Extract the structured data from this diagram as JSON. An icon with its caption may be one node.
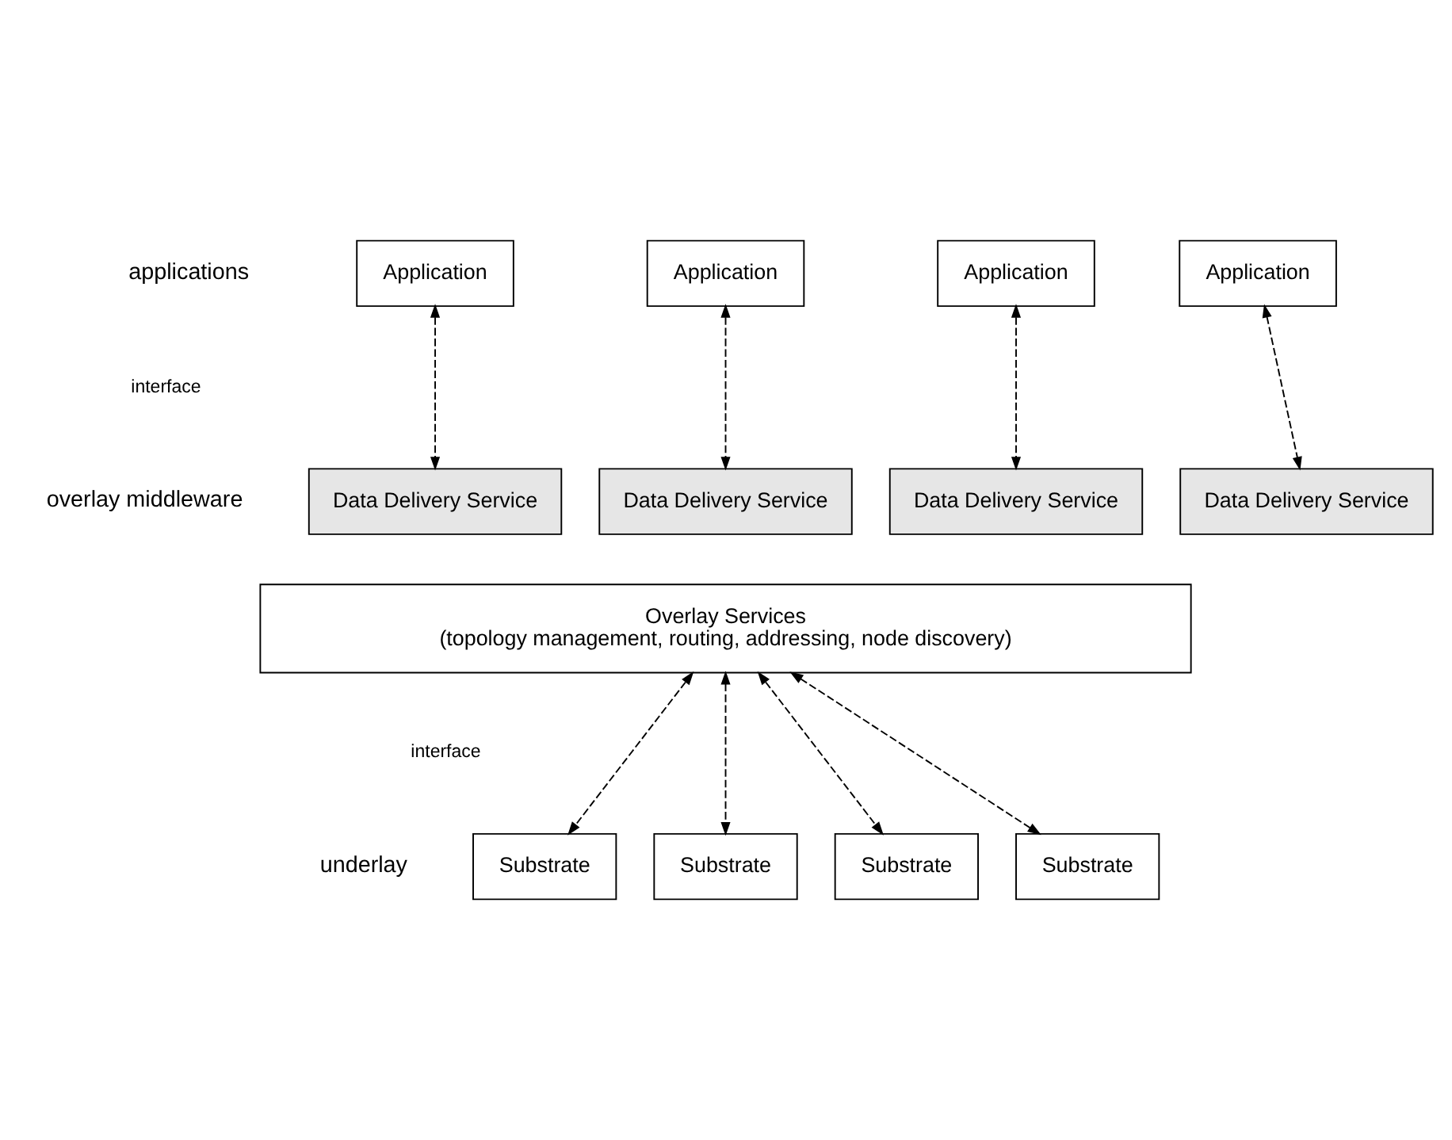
{
  "diagram": {
    "nodes": [
      {
        "text": [
          "Application"
        ]
      },
      {
        "text": [
          "Application"
        ]
      },
      {
        "text": [
          "Application"
        ]
      },
      {
        "text": [
          "Application"
        ]
      },
      {
        "text": [
          "Data Delivery Service"
        ]
      },
      {
        "text": [
          "Data Delivery Service"
        ]
      },
      {
        "text": [
          "Data Delivery Service"
        ]
      },
      {
        "text": [
          "Data Delivery Service"
        ]
      },
      {
        "text": [
          "Overlay Services",
          "(topology management, routing, addressing, node discovery)"
        ]
      },
      {
        "text": [
          "Substrate"
        ]
      },
      {
        "text": [
          "Substrate"
        ]
      },
      {
        "text": [
          "Substrate"
        ]
      },
      {
        "text": [
          "Substrate"
        ]
      }
    ],
    "edges": [
      {
        "from": 0,
        "to": 4,
        "arrow": "both",
        "style": "dashed"
      },
      {
        "from": 1,
        "to": 5,
        "arrow": "both",
        "style": "dashed"
      },
      {
        "from": 2,
        "to": 6,
        "arrow": "both",
        "style": "dashed"
      },
      {
        "from": 3,
        "to": 7,
        "arrow": "both",
        "style": "dashed"
      },
      {
        "from": 8,
        "to": 9,
        "arrow": "both",
        "style": "dashed"
      },
      {
        "from": 8,
        "to": 10,
        "arrow": "both",
        "style": "dashed"
      },
      {
        "from": 8,
        "to": 11,
        "arrow": "both",
        "style": "dashed"
      },
      {
        "from": 8,
        "to": 12,
        "arrow": "both",
        "style": "dashed"
      }
    ],
    "labels": [
      "applications",
      "interface",
      "overlay middleware",
      "interface",
      "underlay"
    ]
  }
}
